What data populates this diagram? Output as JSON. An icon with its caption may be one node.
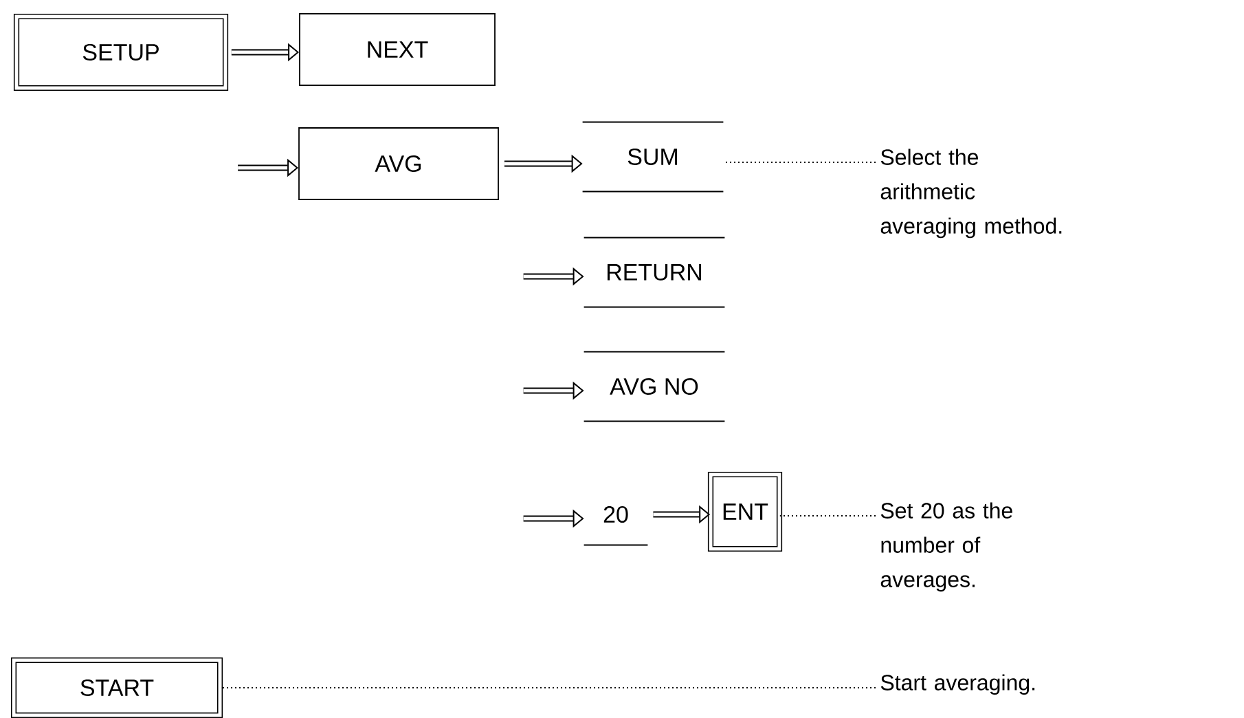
{
  "diagram": {
    "nodes": [
      {
        "text": [
          "SETUP"
        ]
      },
      {
        "text": [
          "NEXT"
        ]
      },
      {
        "text": [
          "AVG"
        ]
      },
      {
        "text": [
          "SUM"
        ]
      },
      {
        "text": [
          "RETURN"
        ]
      },
      {
        "text": [
          "AVG NO"
        ]
      },
      {
        "text": [
          "20"
        ]
      },
      {
        "text": [
          "ENT"
        ]
      },
      {
        "text": [
          "START"
        ]
      },
      {
        "text": [
          "Select the arithmetic averaging method."
        ]
      },
      {
        "text": [
          "Set 20 as the number of averages."
        ]
      },
      {
        "text": [
          "Start averaging."
        ]
      }
    ],
    "edges": [
      {
        "from": 0,
        "to": 1,
        "arrow": "to"
      },
      {
        "from": null,
        "to": 2,
        "arrow": "to"
      },
      {
        "from": 2,
        "to": 3,
        "arrow": "to"
      },
      {
        "from": null,
        "to": 4,
        "arrow": "to"
      },
      {
        "from": null,
        "to": 5,
        "arrow": "to"
      },
      {
        "from": null,
        "to": 6,
        "arrow": "to"
      },
      {
        "from": 6,
        "to": 7,
        "arrow": "to"
      },
      {
        "from": 9,
        "to": 3,
        "arrow": "none",
        "style": "dashed"
      },
      {
        "from": 10,
        "to": 7,
        "arrow": "none",
        "style": "dashed"
      },
      {
        "from": 11,
        "to": 8,
        "arrow": "none",
        "style": "dashed"
      }
    ]
  }
}
